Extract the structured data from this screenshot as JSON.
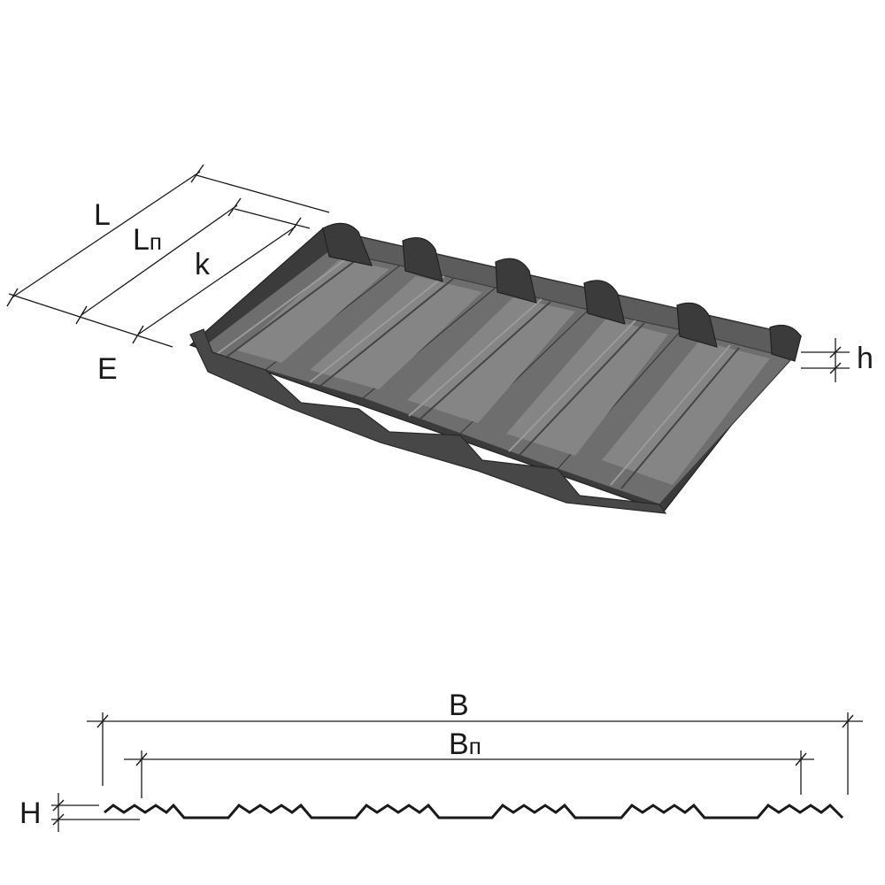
{
  "labels": {
    "L": "L",
    "Lp_main": "L",
    "Lp_sub": "п",
    "k": "k",
    "E": "E",
    "h": "h",
    "B": "B",
    "Bp_main": "B",
    "Bp_sub": "п",
    "H": "H"
  },
  "colors": {
    "sheet": "#5c5c5c",
    "sheet_dark": "#3b3b3b",
    "line": "#1a1a1a"
  }
}
